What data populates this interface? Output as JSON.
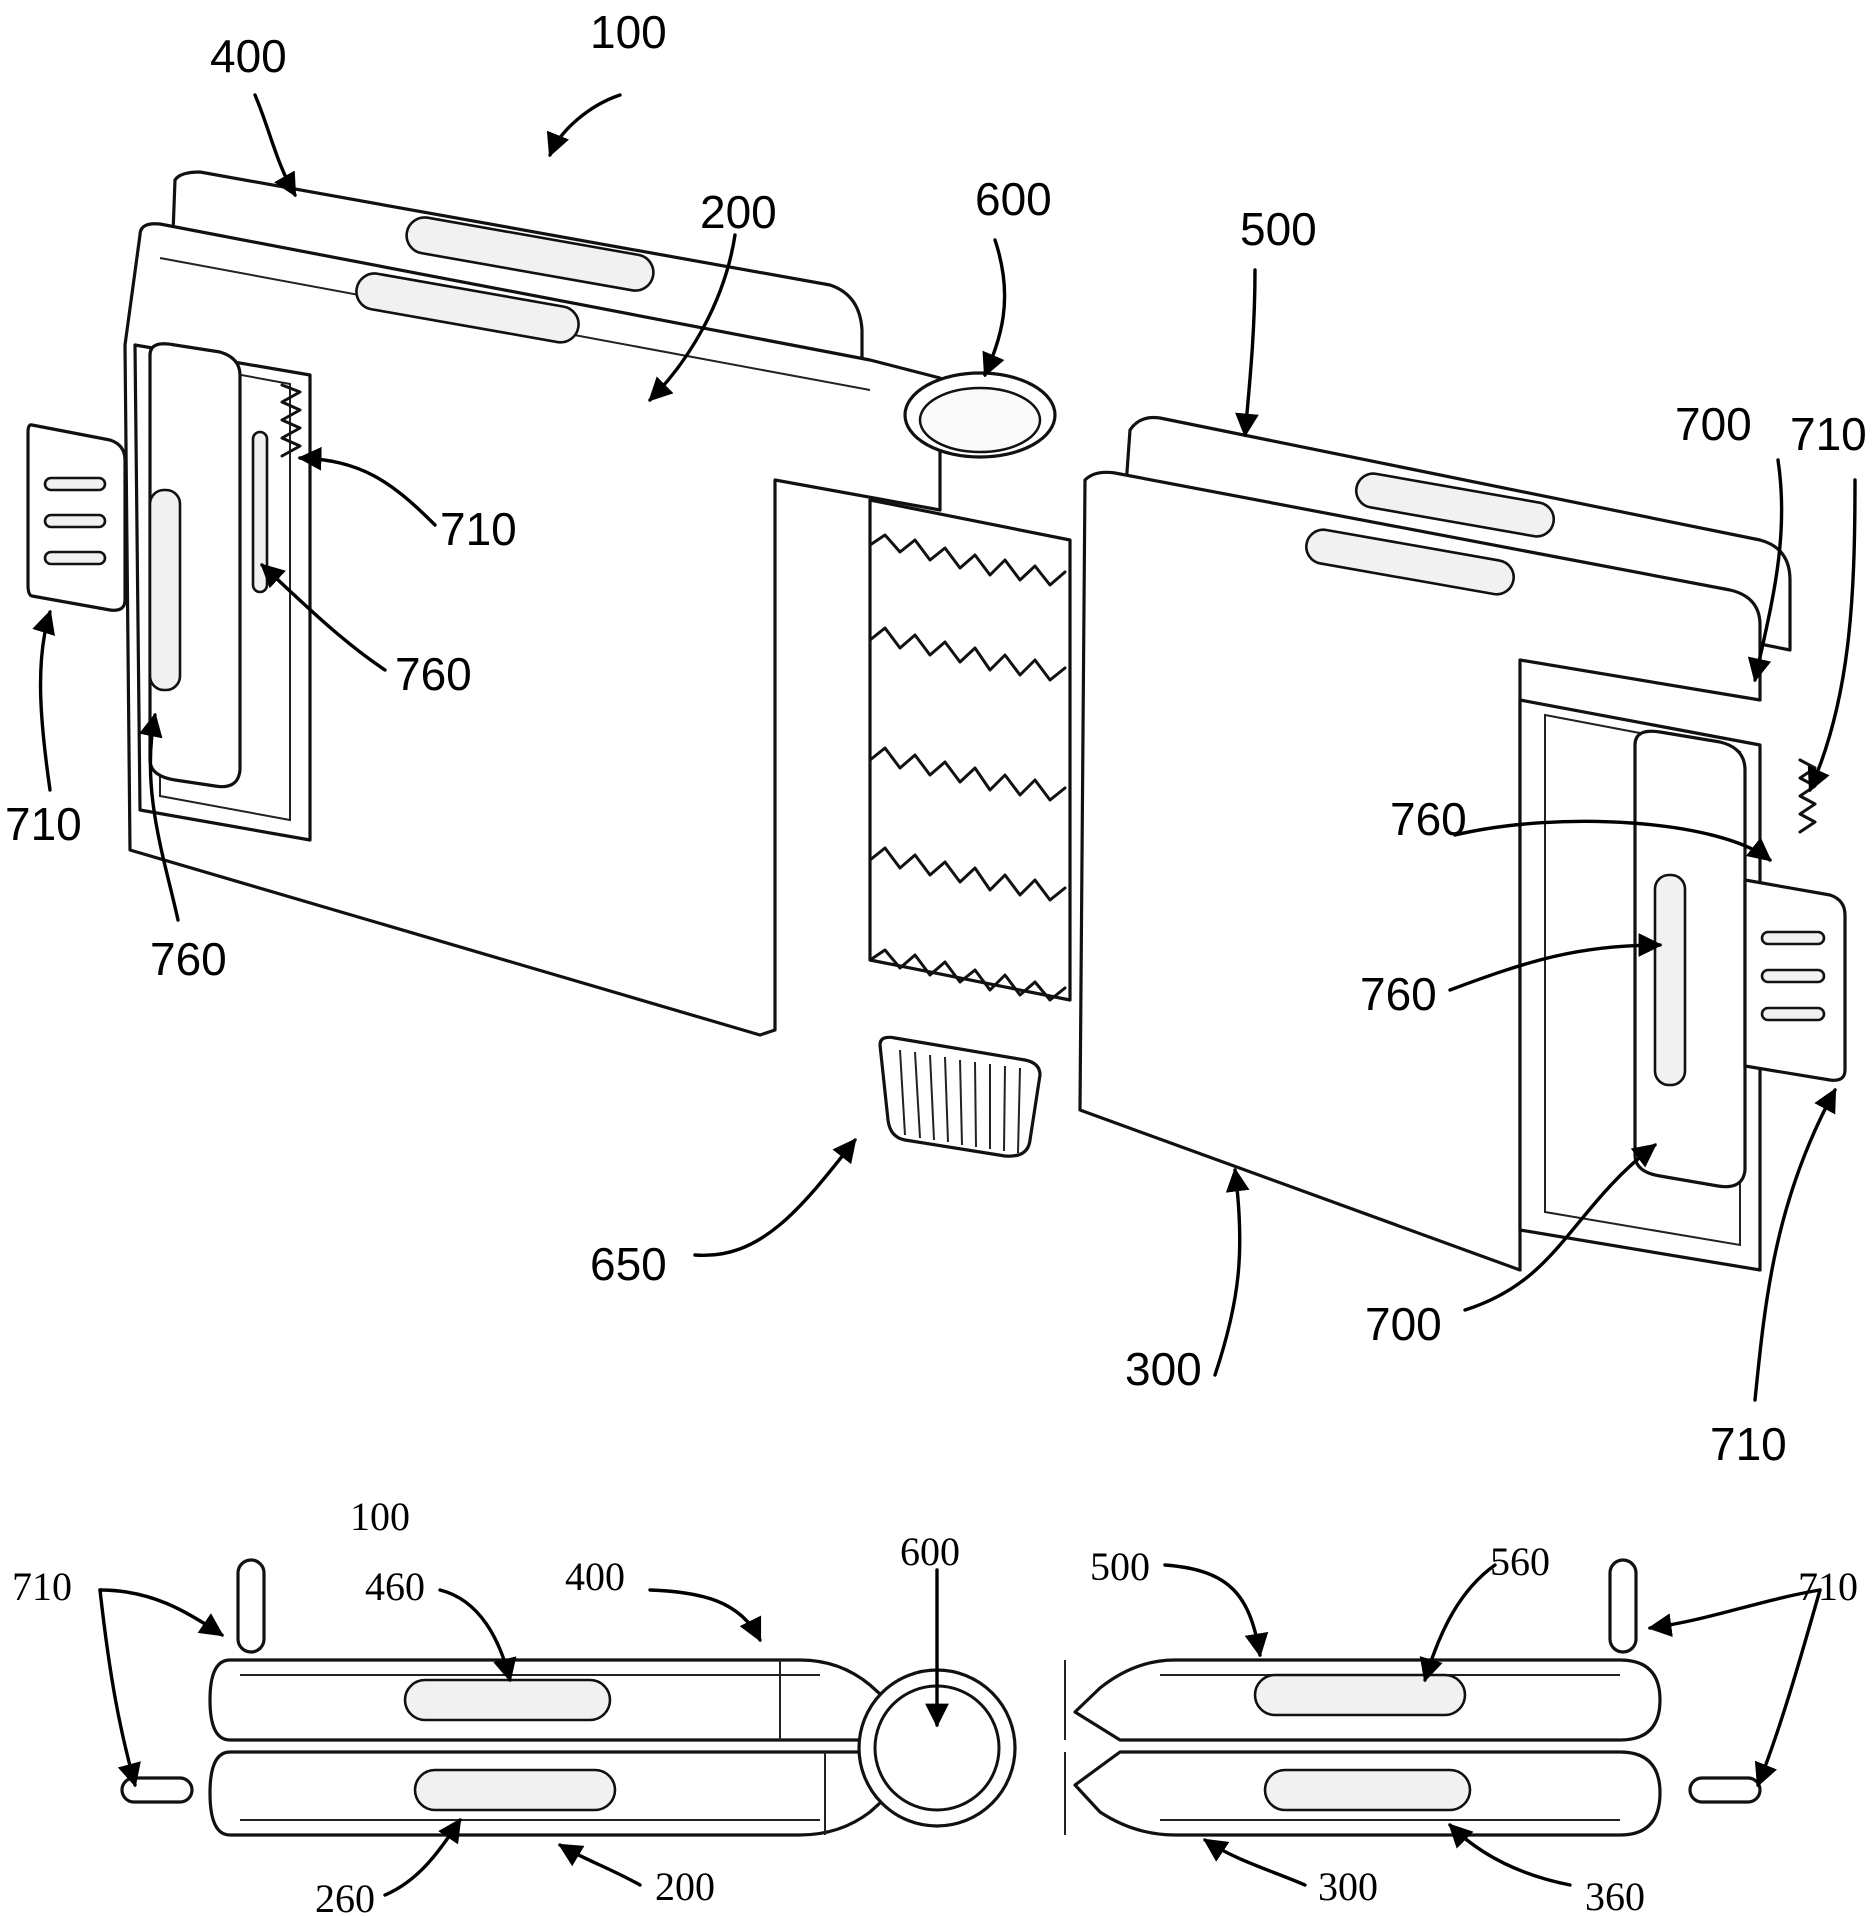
{
  "figure_top": {
    "ref_main": "100",
    "ref_upper_plate_left": "400",
    "ref_plate_left": "200",
    "ref_hinge": "600",
    "ref_upper_plate_right": "500",
    "ref_plate_right": "300",
    "ref_knob": "650",
    "ref_710": "710",
    "ref_760": "760",
    "ref_700": "700"
  },
  "figure_bottom": {
    "ref_main": "100",
    "ref_710": "710",
    "ref_460": "460",
    "ref_400": "400",
    "ref_600": "600",
    "ref_500": "500",
    "ref_560": "560",
    "ref_260": "260",
    "ref_200": "200",
    "ref_300": "300",
    "ref_360": "360"
  }
}
